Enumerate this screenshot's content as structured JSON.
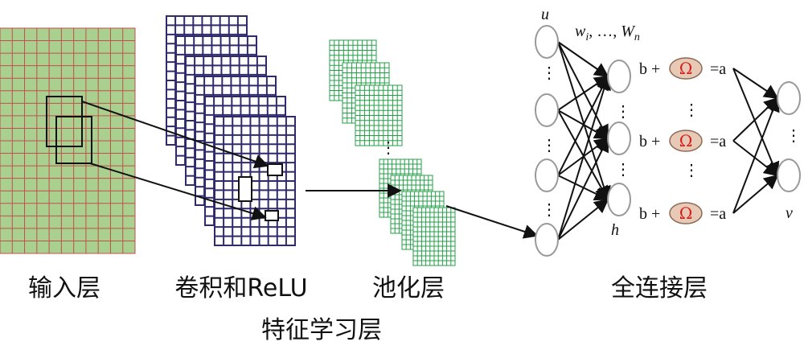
{
  "labels": {
    "input_layer": "输入层",
    "conv_relu": "卷积和ReLU",
    "pooling_layer": "池化层",
    "fc_layer": "全连接层",
    "feature_learning": "特征学习层"
  },
  "fc": {
    "u": "u",
    "h": "h",
    "v": "v",
    "w_i": "w",
    "w_i_sub": "i",
    "w_sep": ", …, ",
    "W_n": "W",
    "W_n_sub": "n",
    "b_plus": "b +",
    "omega": "Ω",
    "eq_a": "=a",
    "ellipsis_v": "⋮"
  },
  "colors": {
    "input_fill": "#a9d08e",
    "input_grid": "#c0504d",
    "conv_grid": "#2e2a6b",
    "pool_grid": "#22a045",
    "omega_fill": "#e8c9b5",
    "omega_text": "#d21f1f",
    "node_stroke": "#999999"
  }
}
